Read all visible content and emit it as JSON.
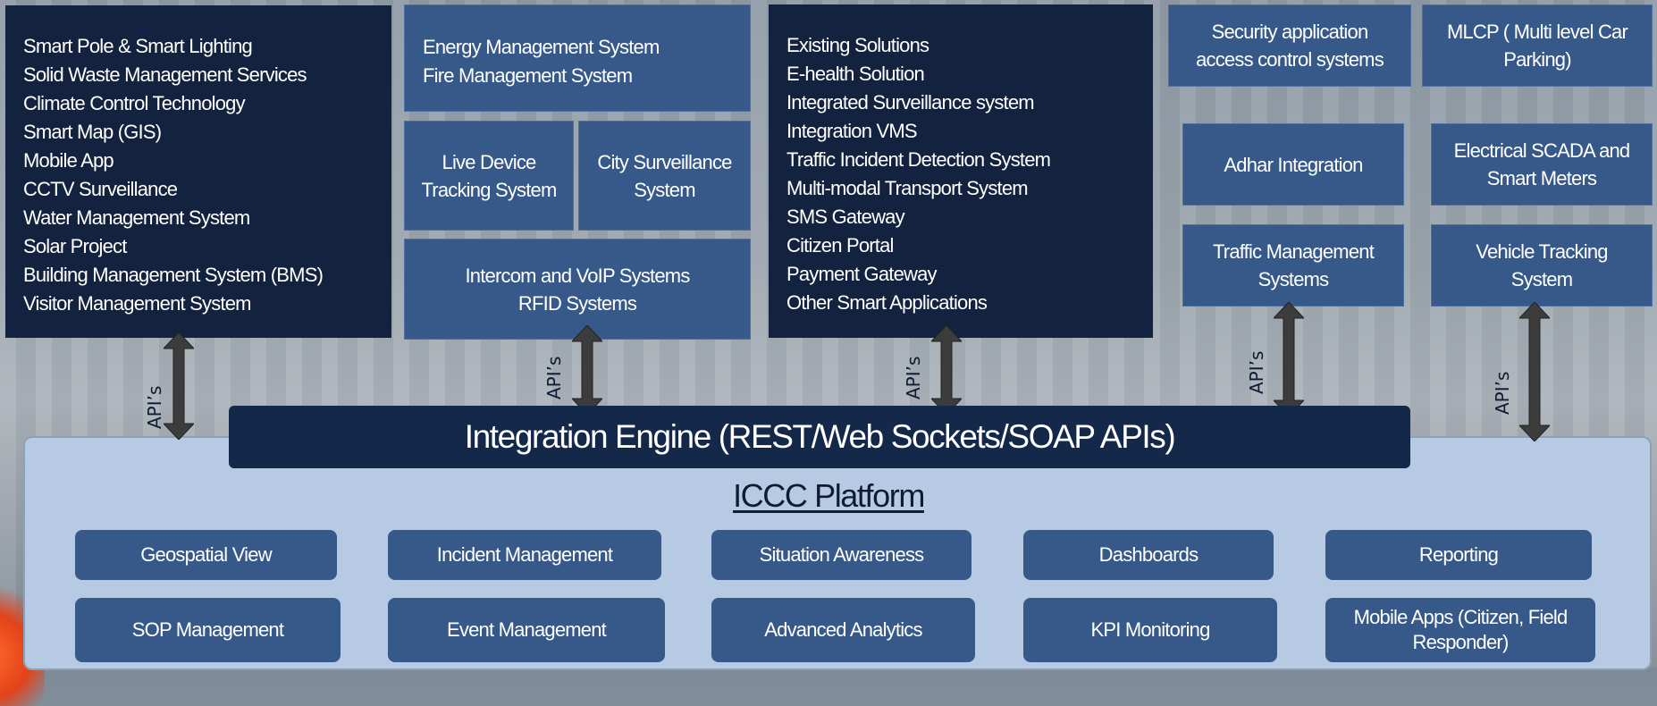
{
  "left_list": [
    "Smart Pole & Smart Lighting",
    "Solid Waste Management Services",
    "Climate Control Technology",
    "Smart Map (GIS)",
    "Mobile App",
    "CCTV Surveillance",
    "Water Management System",
    "Solar Project",
    "Building Management System (BMS)",
    "Visitor Management System"
  ],
  "energy_fire": [
    "Energy Management System",
    "Fire Management System"
  ],
  "live_device": [
    "Live Device",
    "Tracking System"
  ],
  "city_surveillance": [
    "City Surveillance",
    "System"
  ],
  "intercom": [
    "Intercom and VoIP Systems",
    "RFID Systems"
  ],
  "existing_list": [
    "Existing Solutions",
    "E-health  Solution",
    "Integrated  Surveillance system",
    "Integration VMS",
    "Traffic Incident Detection System",
    "Multi-modal Transport System",
    "SMS Gateway",
    "Citizen Portal",
    "Payment Gateway",
    "Other Smart Applications"
  ],
  "right_boxes": {
    "security": [
      "Security application",
      "access control systems"
    ],
    "mlcp": [
      "MLCP ( Multi level Car",
      "Parking)"
    ],
    "adhar": [
      "Adhar Integration"
    ],
    "scada": [
      "Electrical SCADA and",
      "Smart Meters"
    ],
    "traffic": [
      "Traffic Management",
      "Systems"
    ],
    "vehicle": [
      "Vehicle Tracking",
      "System"
    ]
  },
  "api_label": "API’s",
  "engine_title": "Integration Engine (REST/Web Sockets/SOAP APIs)",
  "platform_title": "ICCC Platform",
  "modules": {
    "geospatial": [
      "Geospatial View"
    ],
    "incident": [
      "Incident Management"
    ],
    "situation": [
      "Situation Awareness"
    ],
    "dashboards": [
      "Dashboards"
    ],
    "reporting": [
      "Reporting"
    ],
    "sop": [
      "SOP Management"
    ],
    "event": [
      "Event Management"
    ],
    "analytics": [
      "Advanced Analytics"
    ],
    "kpi": [
      "KPI Monitoring"
    ],
    "mobile": [
      "Mobile Apps (Citizen, Field",
      "Responder)"
    ]
  },
  "colors": {
    "dark_navy": "#13223e",
    "mid_blue": "#36598a",
    "platform_bg": "#b6cbe3",
    "engine_bg": "#14284a",
    "arrow": "#3c3c3c"
  }
}
